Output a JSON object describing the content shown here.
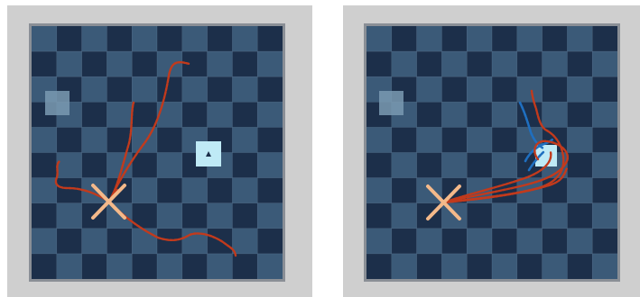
{
  "scene": {
    "colors": {
      "outer": "#cfcfcf",
      "frame": "#8a8f96",
      "tile_light": "#3b5a78",
      "tile_dark": "#1c2f4a",
      "grid_line": "#6a86a2",
      "target_fill": "#bfeaf6",
      "distractor_fill": "#7a9ab2",
      "trace_red": "#c23a1c",
      "trace_blue": "#1f6fc0",
      "marker_x": "#f4b98a"
    },
    "grid": {
      "cols": 10,
      "rows": 10
    },
    "panels": [
      {
        "name": "left-episode",
        "icons": [
          "target-cube-icon",
          "distractor-cube-icon",
          "gripper-x-icon"
        ]
      },
      {
        "name": "right-episode",
        "icons": [
          "target-cube-icon",
          "distractor-cube-icon",
          "gripper-x-icon"
        ]
      }
    ]
  }
}
